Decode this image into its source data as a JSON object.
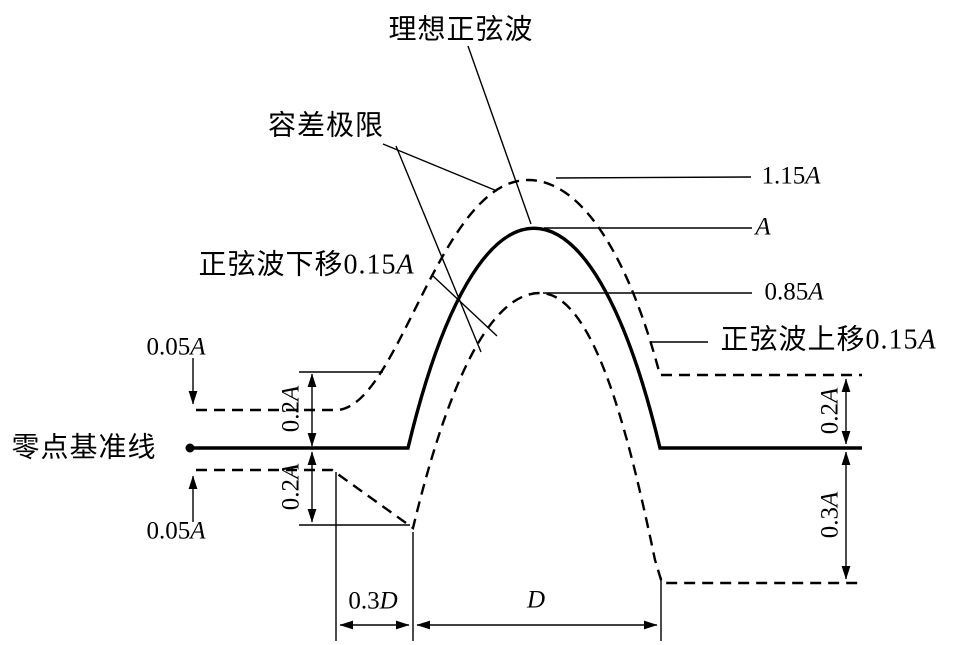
{
  "figure": {
    "background_color": "#ffffff",
    "line_color": "#000000",
    "labels": {
      "ideal_sine": {
        "t": "理想正弦波",
        "v": ""
      },
      "tolerance": {
        "t": "容差极限",
        "v": ""
      },
      "shift_down": {
        "t": "正弦波下移0.15",
        "v": "A"
      },
      "shift_up": {
        "t": "正弦波上移0.15",
        "v": "A"
      },
      "zero_line": {
        "t": "零点基准线",
        "v": ""
      },
      "amp_115": {
        "t": "1.15",
        "v": "A"
      },
      "amp_100": {
        "t": "",
        "v": "A"
      },
      "amp_085": {
        "t": "0.85",
        "v": "A"
      },
      "tol_005_top": {
        "t": "0.05",
        "v": "A"
      },
      "tol_005_bottom": {
        "t": "0.05",
        "v": "A"
      },
      "tol_02_left_upper": {
        "t": "0.2",
        "v": "A"
      },
      "tol_02_left_lower": {
        "t": "0.2",
        "v": "A"
      },
      "tol_02_right": {
        "t": "0.2",
        "v": "A"
      },
      "tol_03_right": {
        "t": "0.3",
        "v": "A"
      },
      "dur_03d": {
        "t": "0.3",
        "v": "D"
      },
      "dur_d": {
        "t": "",
        "v": "D"
      }
    }
  }
}
